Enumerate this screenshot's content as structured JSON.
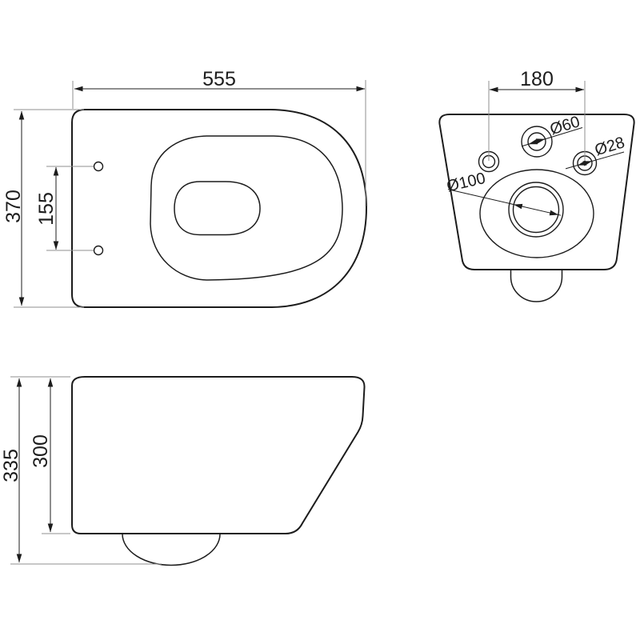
{
  "colors": {
    "line_color": "#1c1c1c",
    "extension_line_color": "#8f8f8f",
    "background": "#ffffff"
  },
  "views": {
    "top": {
      "width_mm": "555",
      "depth_mm": "370",
      "hinge_hole_spacing_mm": "155"
    },
    "rear": {
      "fixing_hole_spacing_mm": "180",
      "water_inlet_diameter": "Ø60",
      "fixing_hole_diameter": "Ø28",
      "waste_outlet_diameter": "Ø100"
    },
    "side": {
      "overall_depth_mm": "335",
      "body_depth_mm": "300"
    }
  }
}
